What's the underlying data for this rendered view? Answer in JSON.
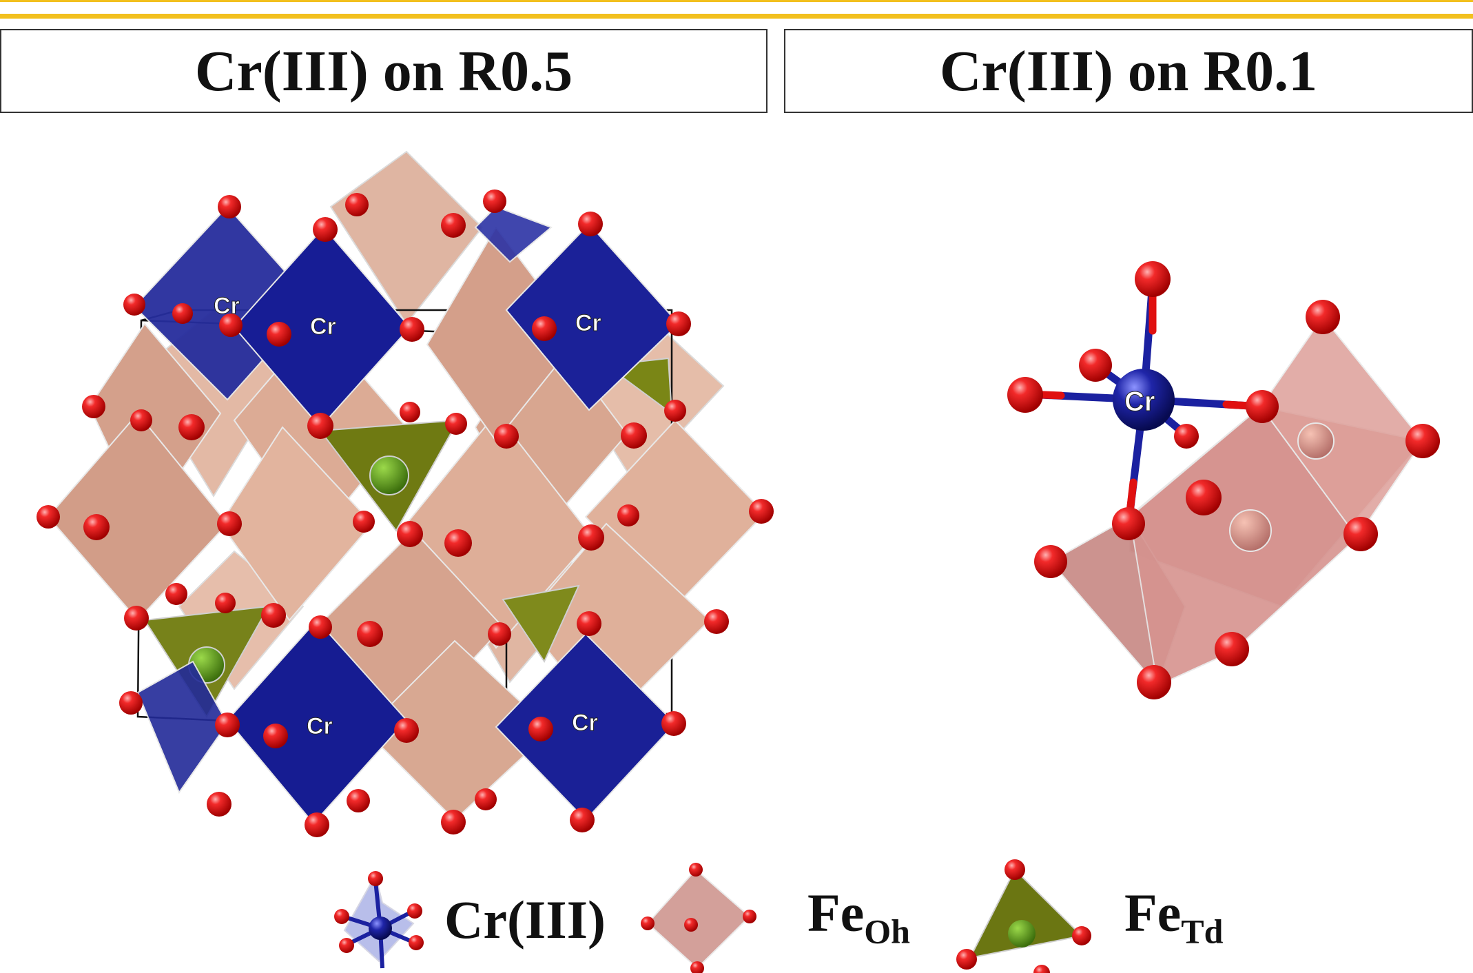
{
  "panels": {
    "left_title": "Cr(III) on R0.5",
    "right_title": "Cr(III) on R0.1"
  },
  "atom_label": "Cr",
  "legend": {
    "cr": "Cr(III)",
    "fe_oh_main": "Fe",
    "fe_oh_sub": "Oh",
    "fe_td_main": "Fe",
    "fe_td_sub": "Td"
  },
  "colors": {
    "accent_rule": "#f2c01e",
    "cr_polyhedron": "#1a1f9a",
    "fe_oh_polyhedron": "#d9a38c",
    "fe_td_polyhedron": "#6f7a12",
    "oxygen": "#e01010"
  }
}
